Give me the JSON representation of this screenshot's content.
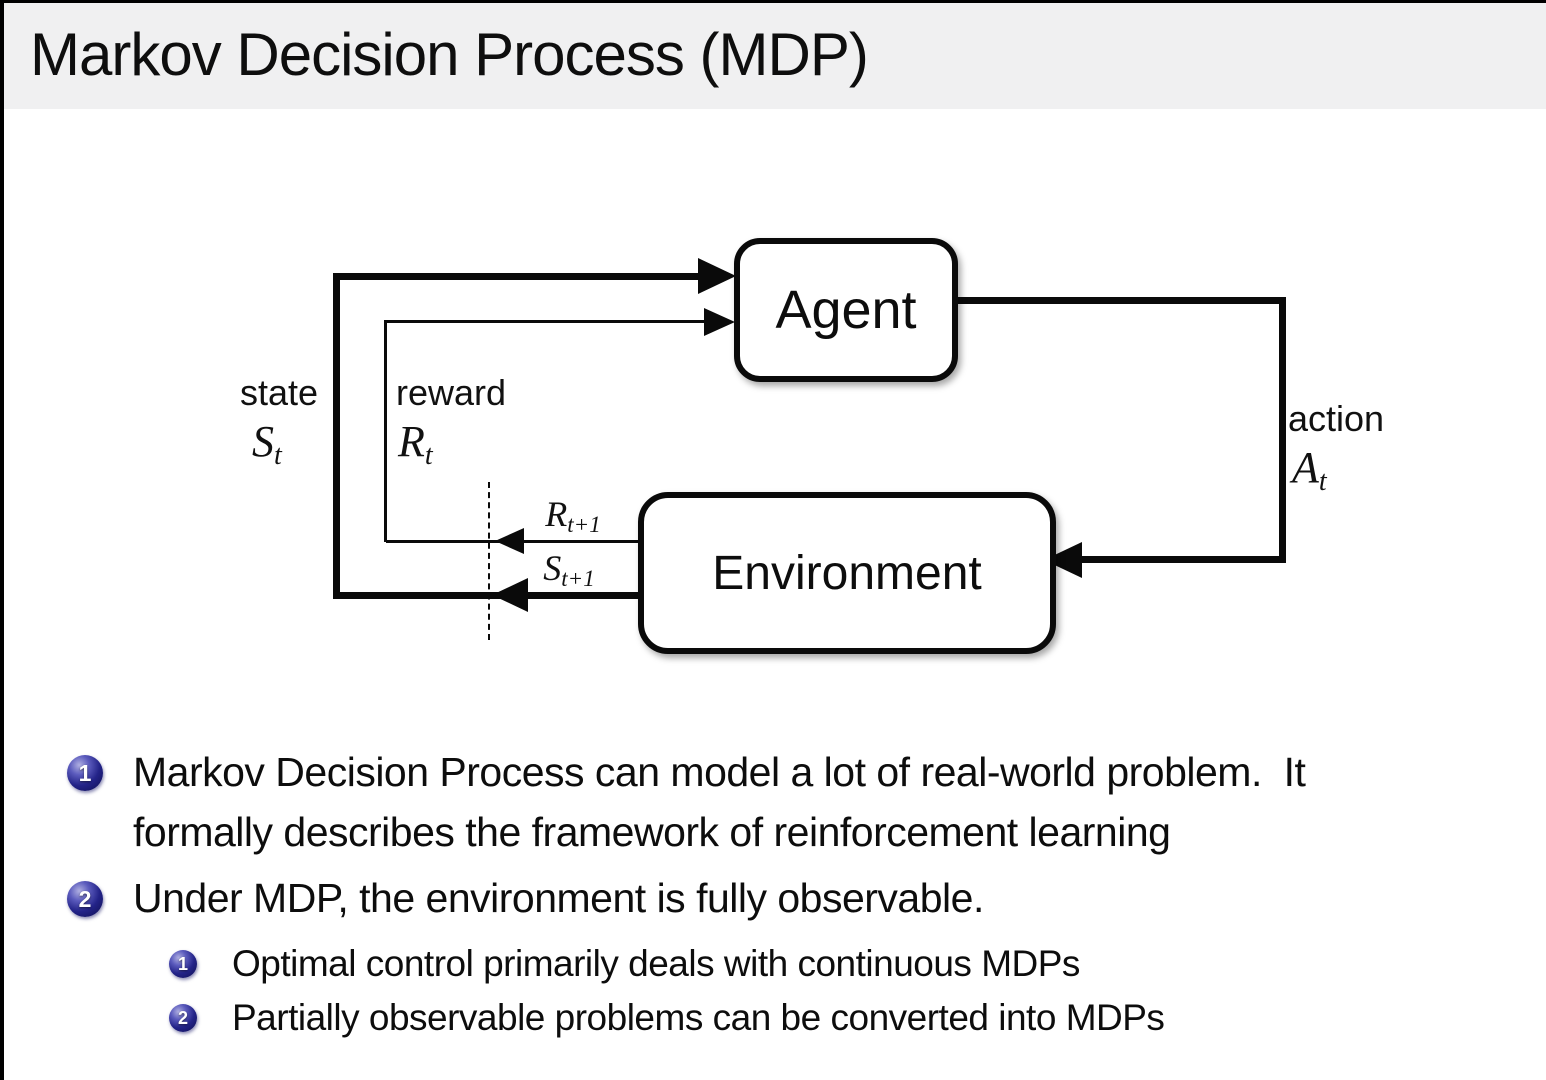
{
  "title": "Markov Decision Process (MDP)",
  "diagram": {
    "agent_label": "Agent",
    "environment_label": "Environment",
    "state": {
      "word": "state",
      "sym": "S",
      "sub": "t"
    },
    "reward": {
      "word": "reward",
      "sym": "R",
      "sub": "t"
    },
    "action": {
      "word": "action",
      "sym": "A",
      "sub": "t"
    },
    "reward_next": {
      "sym": "R",
      "sub": "t+1"
    },
    "state_next": {
      "sym": "S",
      "sub": "t+1"
    }
  },
  "list": {
    "items": [
      {
        "number": "1",
        "lines": [
          "Markov Decision Process can model a lot of real-world problem.  It",
          "formally describes the framework of reinforcement learning"
        ]
      },
      {
        "number": "2",
        "lines": [
          "Under MDP, the environment is fully observable."
        ]
      }
    ],
    "subitems": [
      {
        "number": "1",
        "lines": [
          "Optimal control primarily deals with continuous MDPs"
        ]
      },
      {
        "number": "2",
        "lines": [
          "Partially observable problems can be converted into MDPs"
        ]
      }
    ]
  },
  "colors": {
    "title_bar_bg": "#f0f0f1",
    "badge_blue_dark": "#0d0d4e",
    "badge_blue_mid": "#232388",
    "badge_highlight": "#b0b0e2",
    "diagram_line": "#0a0a0a",
    "text": "#0d0d0d"
  }
}
